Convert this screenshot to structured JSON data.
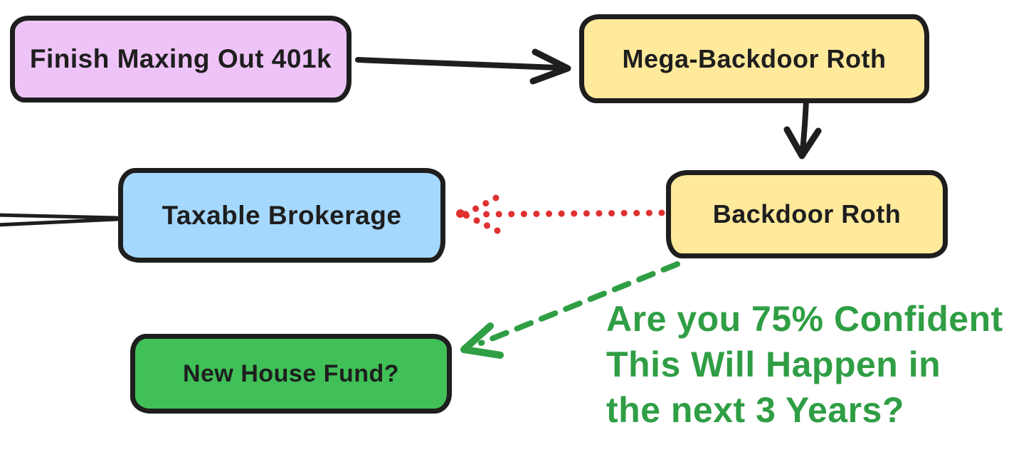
{
  "diagram": {
    "title_hint": "retirement-savings-flowchart",
    "background": "#ffffff",
    "stroke_color": "#1e1e1e",
    "nodes": [
      {
        "id": "finish-401k",
        "label": "Finish Maxing Out 401k",
        "fill": "#eec3f7",
        "text_color": "#1e1e1e"
      },
      {
        "id": "mega-backdoor-roth",
        "label": "Mega-Backdoor Roth",
        "fill": "#ffe99b",
        "text_color": "#1e1e1e"
      },
      {
        "id": "taxable-brokerage",
        "label": "Taxable Brokerage",
        "fill": "#a5d8ff",
        "text_color": "#1e1e1e"
      },
      {
        "id": "backdoor-roth",
        "label": "Backdoor Roth",
        "fill": "#ffe99b",
        "text_color": "#1e1e1e"
      },
      {
        "id": "new-house-fund",
        "label": "New House Fund?",
        "fill": "#40c057",
        "text_color": "#1e1e1e"
      }
    ],
    "edges": [
      {
        "from": "finish-401k",
        "to": "mega-backdoor-roth",
        "style": "solid",
        "color": "#1e1e1e"
      },
      {
        "from": "mega-backdoor-roth",
        "to": "backdoor-roth",
        "style": "solid",
        "color": "#1e1e1e"
      },
      {
        "from": "backdoor-roth",
        "to": "taxable-brokerage",
        "style": "dotted",
        "color": "#e03131"
      },
      {
        "from": "backdoor-roth",
        "to": "new-house-fund",
        "style": "dashed",
        "color": "#2f9e44"
      },
      {
        "from": "offscreen-left",
        "to": "taxable-brokerage",
        "style": "double-line",
        "color": "#1e1e1e"
      }
    ],
    "annotation": {
      "line1": "Are you 75% Confident",
      "line2": "This Will Happen in",
      "line3": "the next 3 Years?",
      "color": "#2f9e44"
    }
  }
}
